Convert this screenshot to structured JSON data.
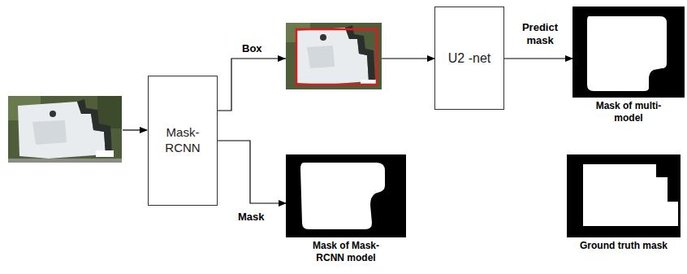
{
  "diagram": {
    "nodes": [
      {
        "text": [
          "Mask-RCNN"
        ]
      },
      {
        "text": [
          "U2 -net"
        ]
      },
      {
        "text": [
          "Mask of multi-model"
        ]
      },
      {
        "text": [
          "Mask of Mask-RCNN model"
        ]
      },
      {
        "text": [
          "Ground truth mask"
        ]
      }
    ],
    "edges": [
      {
        "from": 0,
        "to": 1,
        "label": "Box",
        "arrow": "to"
      },
      {
        "from": 1,
        "to": 2,
        "label": "Predict mask",
        "arrow": "to"
      },
      {
        "from": 0,
        "to": 3,
        "label": "Mask",
        "arrow": "to"
      }
    ]
  }
}
